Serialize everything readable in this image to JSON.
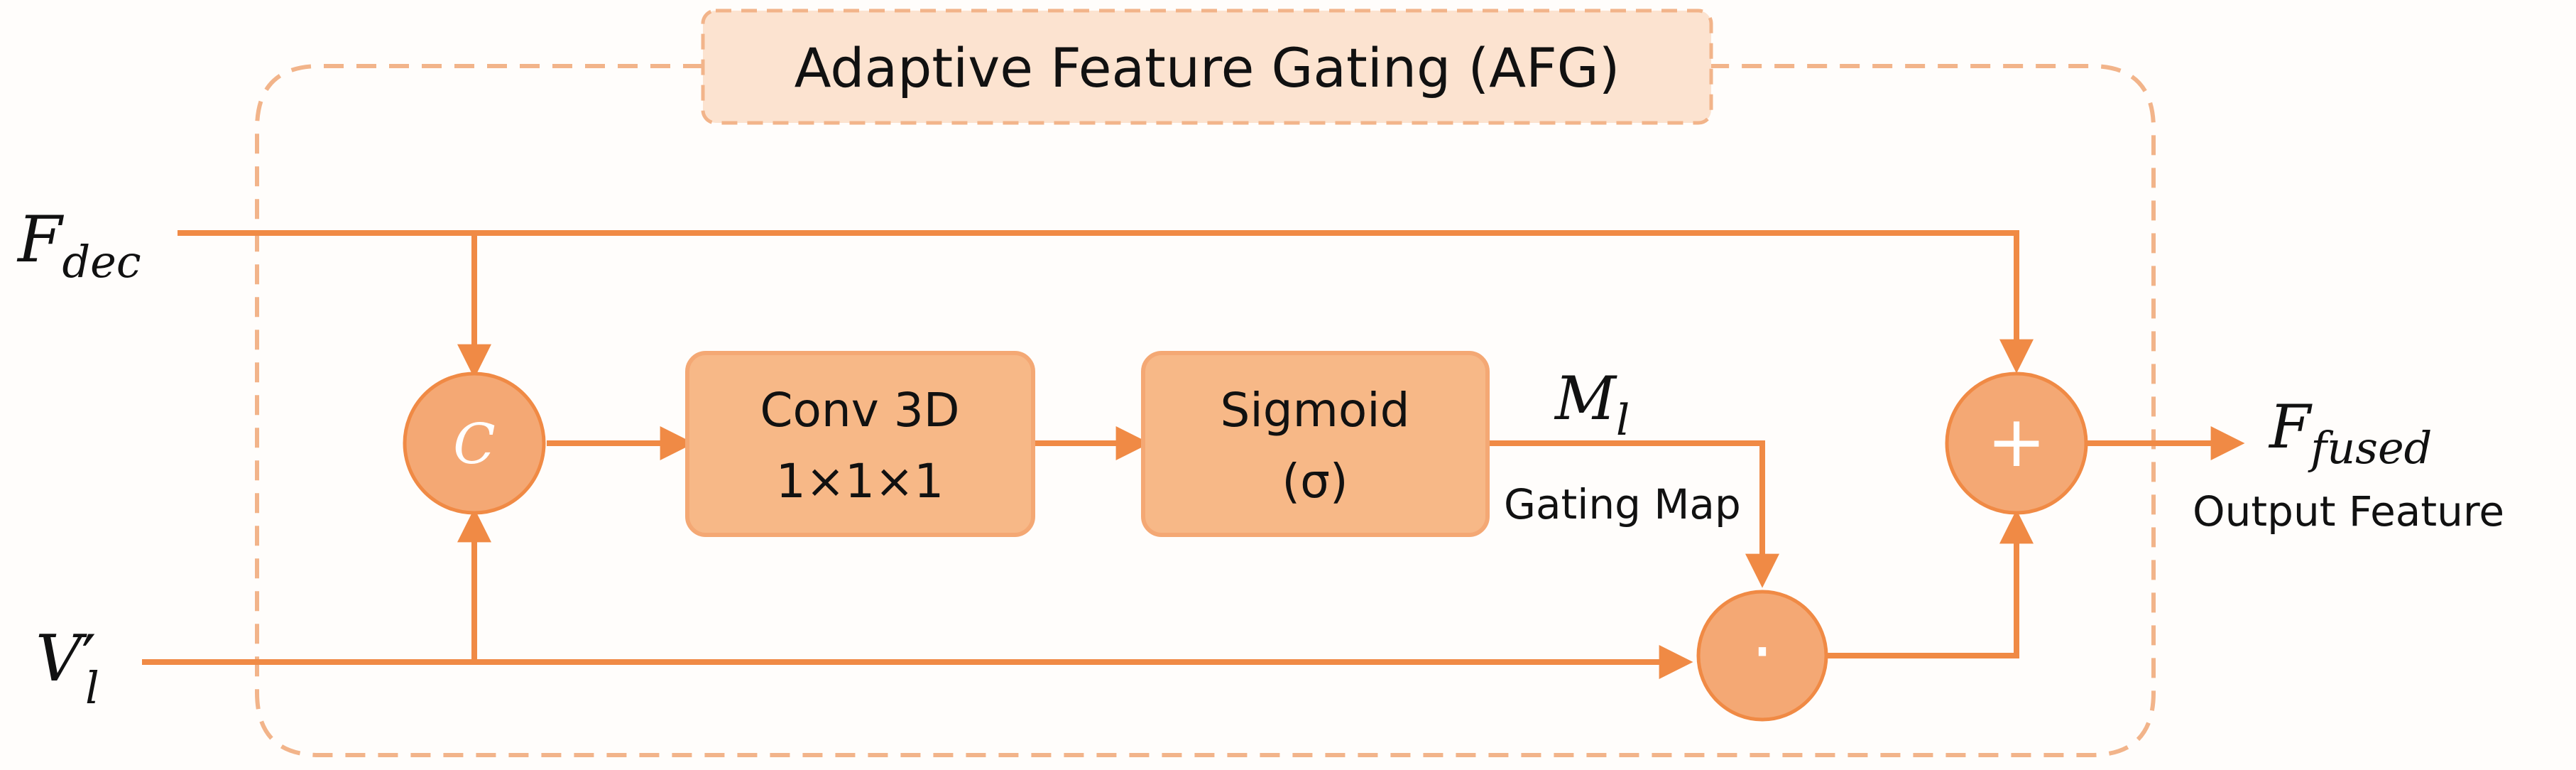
{
  "title": "Adaptive Feature Gating (AFG)",
  "inputs": {
    "f_dec": {
      "base": "F",
      "sub": "dec"
    },
    "v_l": {
      "base": "V",
      "prime": "′",
      "sub": "l"
    }
  },
  "nodes": {
    "concat": "C",
    "conv_line1": "Conv 3D",
    "conv_line2": "1×1×1",
    "sigmoid_line1": "Sigmoid",
    "sigmoid_line2": "(σ)",
    "add": "+",
    "mult": "·"
  },
  "gating": {
    "m_base": "M",
    "m_sub": "l",
    "label": "Gating Map"
  },
  "output": {
    "base": "F",
    "sub": "fused",
    "label": "Output Feature"
  },
  "colors": {
    "accent": "#F08A45",
    "box_fill": "#F7B887",
    "title_fill": "#FCE3D0",
    "dashed": "#F2B48A"
  }
}
